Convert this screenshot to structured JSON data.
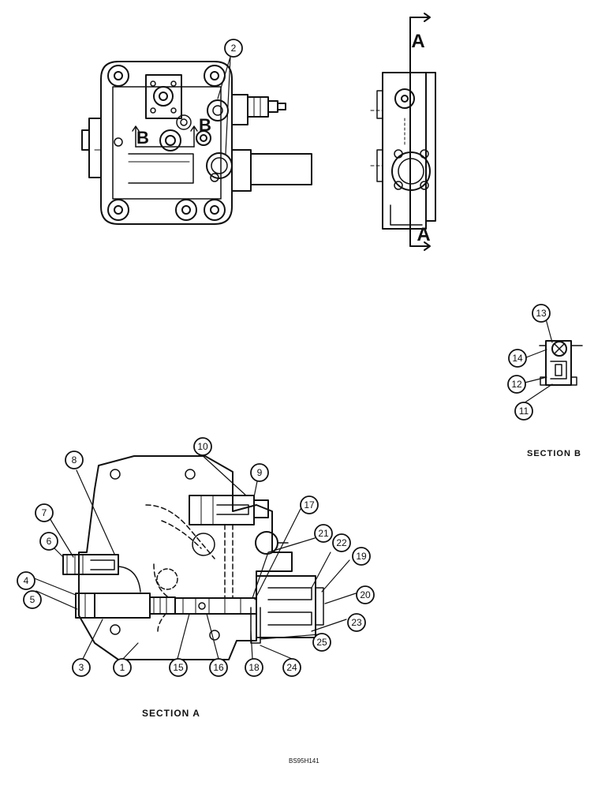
{
  "captions": {
    "section_a": "SECTION A",
    "section_b": "SECTION B",
    "drawing_code": "BS95H141"
  },
  "markers": {
    "a_top": "A",
    "a_bottom": "A",
    "b_left": "B",
    "b_right": "B"
  },
  "callouts": {
    "c1": "1",
    "c2": "2",
    "c3": "3",
    "c4": "4",
    "c5": "5",
    "c6": "6",
    "c7": "7",
    "c8": "8",
    "c9": "9",
    "c10": "10",
    "c11": "11",
    "c12": "12",
    "c13": "13",
    "c14": "14",
    "c15": "15",
    "c16": "16",
    "c17": "17",
    "c18": "18",
    "c19": "19",
    "c20": "20",
    "c21": "21",
    "c22": "22",
    "c23": "23",
    "c24": "24",
    "c25": "25"
  }
}
